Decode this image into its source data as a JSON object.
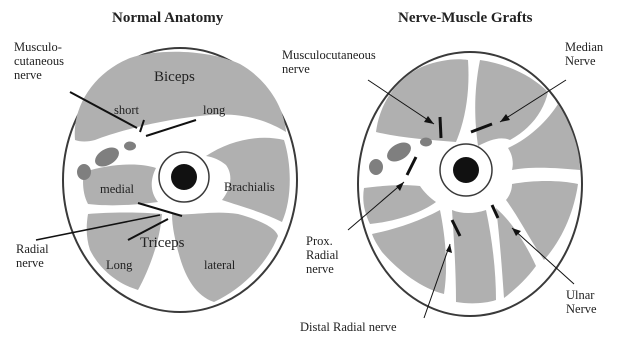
{
  "colors": {
    "background": "#ffffff",
    "muscle": "#b0b0b0",
    "outline": "#3a3a3a",
    "bone": "#111111",
    "nerve": "#7f7f7f",
    "lines": "#111111"
  },
  "left_panel": {
    "title": "Normal Anatomy",
    "labels": {
      "musculocutaneous": "Musculo-\ncutaneous\nnerve",
      "biceps": "Biceps",
      "short": "short",
      "long_top": "long",
      "medial": "medial",
      "brachialis": "Brachialis",
      "radial_nerve": "Radial\nnerve",
      "triceps": "Triceps",
      "long_bottom": "Long",
      "lateral": "lateral"
    }
  },
  "right_panel": {
    "title": "Nerve-Muscle Grafts",
    "labels": {
      "musculocutaneous": "Musculocutaneous\nnerve",
      "median": "Median\nNerve",
      "prox_radial": "Prox.\nRadial\nnerve",
      "distal_radial": "Distal Radial nerve",
      "ulnar": "Ulnar\nNerve"
    }
  }
}
